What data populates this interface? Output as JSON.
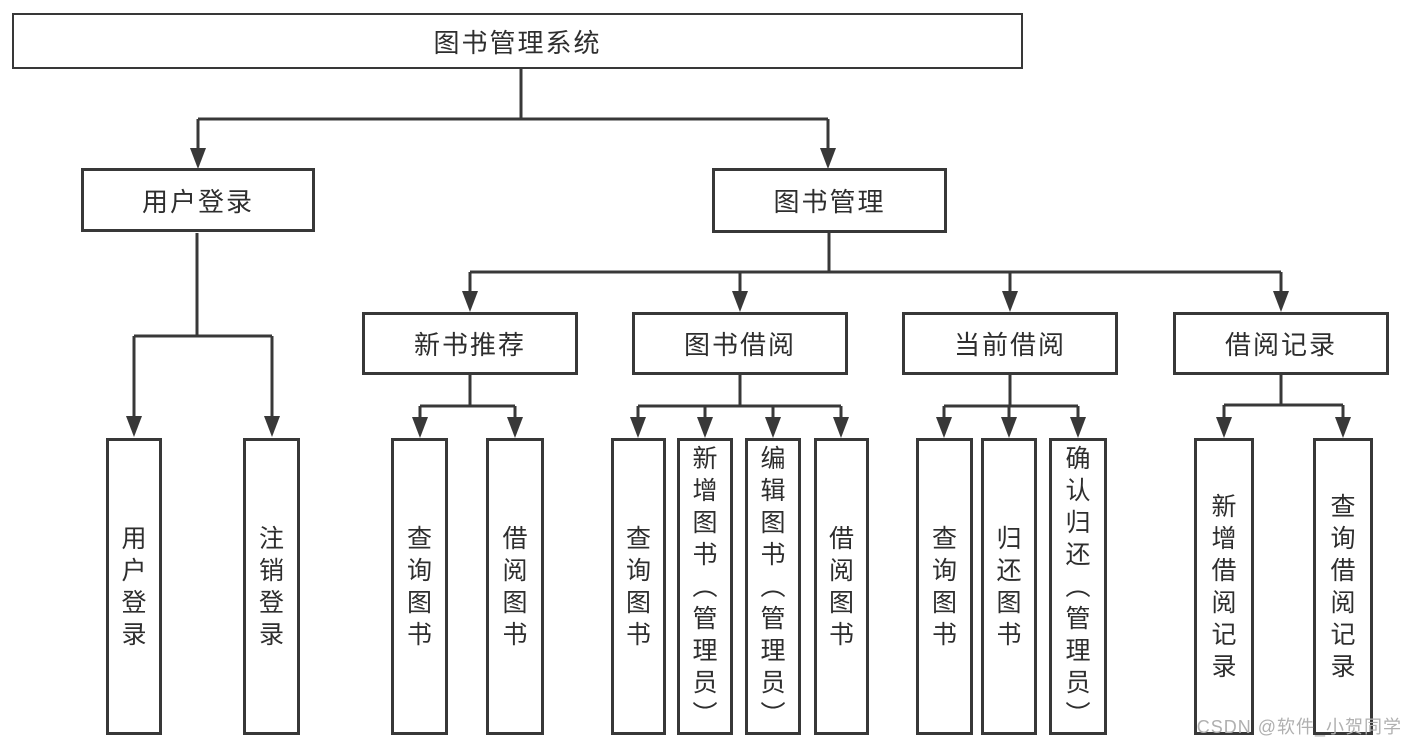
{
  "root": {
    "label": "图书管理系统"
  },
  "level1": [
    {
      "id": "user-login",
      "label": "用户登录"
    },
    {
      "id": "book-management",
      "label": "图书管理"
    }
  ],
  "level2": [
    {
      "id": "new-book-recommend",
      "label": "新书推荐"
    },
    {
      "id": "book-borrowing",
      "label": "图书借阅"
    },
    {
      "id": "current-borrowing",
      "label": "当前借阅"
    },
    {
      "id": "borrowing-records",
      "label": "借阅记录"
    }
  ],
  "leaves": {
    "user_login": [
      "用户登录",
      "注销登录"
    ],
    "new_book_recommend": [
      "查询图书",
      "借阅图书"
    ],
    "book_borrowing": [
      "查询图书",
      "新增图书（管理员）",
      "编辑图书（管理员）",
      "借阅图书"
    ],
    "current_borrowing": [
      "查询图书",
      "归还图书",
      "确认归还（管理员）"
    ],
    "borrowing_records": [
      "新增借阅记录",
      "查询借阅记录"
    ]
  },
  "watermark": "CSDN @软件_小贺同学",
  "colors": {
    "line": "#383838",
    "box_border": "#383838",
    "text": "#2e2e2e",
    "watermark": "#b0b0b0",
    "background": "#ffffff"
  }
}
